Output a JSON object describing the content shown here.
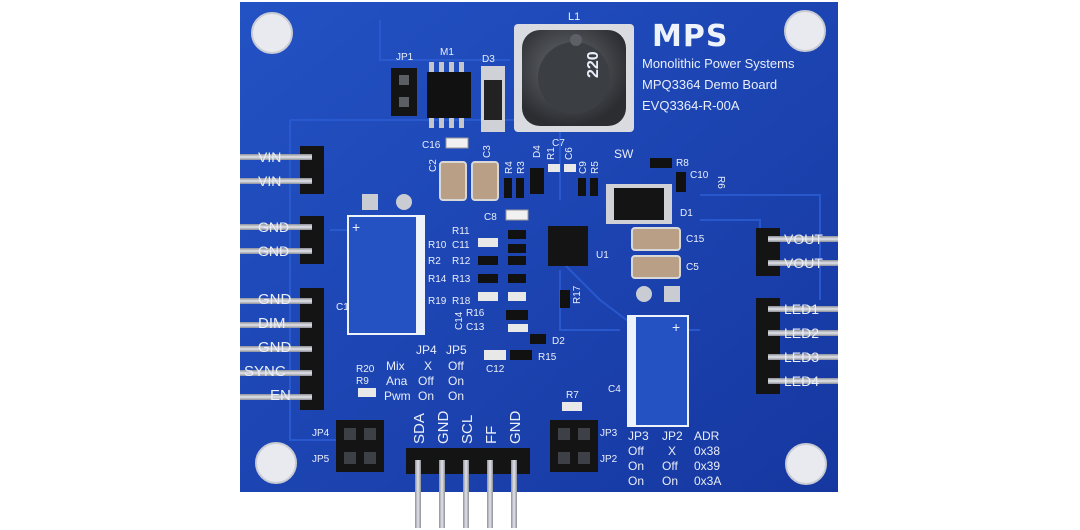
{
  "brand": {
    "logo_text": "MPS",
    "company": "Monolithic Power Systems",
    "board_name": "MPQ3364 Demo Board",
    "part_number": "EVQ3364-R-00A"
  },
  "components": {
    "l1": "L1",
    "inductor_code": "220",
    "m1": "M1",
    "d3": "D3",
    "jp1": "JP1",
    "c16": "C16",
    "c2": "C2",
    "c3": "C3",
    "r4": "R4",
    "r3": "R3",
    "d4": "D4",
    "r1": "R1",
    "c7": "C7",
    "c6": "C6",
    "c9": "C9",
    "r5": "R5",
    "sw": "SW",
    "r8": "R8",
    "c10": "C10",
    "r6": "R6",
    "d1": "D1",
    "c8": "C8",
    "r11": "R11",
    "r10": "R10",
    "c11": "C11",
    "r2": "R2",
    "r12": "R12",
    "r14": "R14",
    "r13": "R13",
    "r19": "R19",
    "r18": "R18",
    "u1": "U1",
    "c15": "C15",
    "c5": "C5",
    "r17": "R17",
    "c14": "C14",
    "r16": "R16",
    "c13": "C13",
    "d2": "D2",
    "c12": "C12",
    "r15": "R15",
    "c1": "C1",
    "c4": "C4",
    "r20": "R20",
    "r9": "R9",
    "r7": "R7",
    "jp4": "JP4",
    "jp5": "JP5",
    "jp3": "JP3",
    "jp2": "JP2"
  },
  "left_pins": {
    "vin1": "VIN",
    "vin2": "VIN",
    "gnd1": "GND",
    "gnd2": "GND",
    "gnd3": "GND",
    "dim": "DIM",
    "gnd4": "GND",
    "sync": "SYNC",
    "en": "EN"
  },
  "right_pins": {
    "vout1": "VOUT",
    "vout2": "VOUT",
    "led1": "LED1",
    "led2": "LED2",
    "led3": "LED3",
    "led4": "LED4"
  },
  "bottom_pins": [
    "SDA",
    "GND",
    "SCL",
    "FF",
    "GND"
  ],
  "mode_table": {
    "headers": [
      "",
      "JP4",
      "JP5"
    ],
    "rows": [
      [
        "Mix",
        "X",
        "Off"
      ],
      [
        "Ana",
        "Off",
        "On"
      ],
      [
        "Pwm",
        "On",
        "On"
      ]
    ]
  },
  "adr_table": {
    "headers": [
      "JP3",
      "JP2",
      "ADR"
    ],
    "rows": [
      [
        "Off",
        "X",
        "0x38"
      ],
      [
        "On",
        "Off",
        "0x39"
      ],
      [
        "On",
        "On",
        "0x3A"
      ]
    ]
  },
  "colors": {
    "pcb": "#1a3fa8",
    "pcb_light": "#2450c4",
    "silkscreen": "#eef2fb",
    "header_black": "#141414",
    "pin_metal": "#b9bcc4"
  }
}
